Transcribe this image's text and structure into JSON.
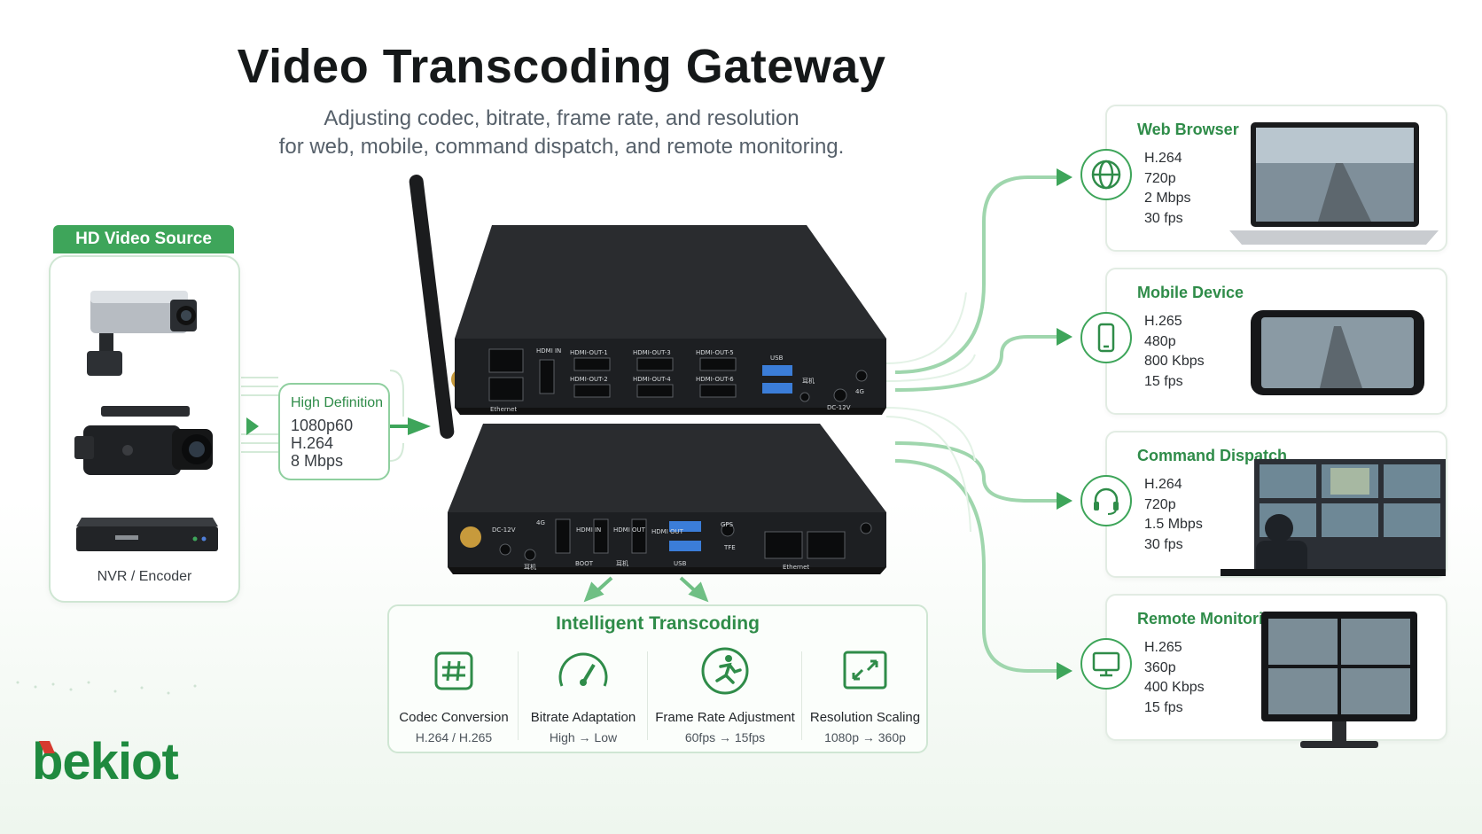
{
  "title": "Video Transcoding Gateway",
  "subtitle_line1": "Adjusting codec, bitrate, frame rate, and resolution",
  "subtitle_line2": "for web, mobile, command dispatch, and remote monitoring.",
  "source": {
    "header": "HD Video Source",
    "nvr_label": "NVR / Encoder"
  },
  "hd": {
    "title": "High Definition",
    "lines": [
      "1080p60",
      "H.264",
      "8 Mbps"
    ]
  },
  "device": {
    "top_ports": [
      "HDMI IN",
      "HDMI-OUT-1",
      "HDMI-OUT-2",
      "HDMI-OUT-3",
      "HDMI-OUT-4",
      "HDMI-OUT-5",
      "HDMI-OUT-6",
      "USB",
      "耳机",
      "4G",
      "DC-12V",
      "Ethernet"
    ],
    "bottom_ports": [
      "DC-12V",
      "4G",
      "耳机",
      "HDMI IN",
      "HDMI OUT",
      "HDMI OUT",
      "BOOT",
      "耳机",
      "USB",
      "GPS",
      "TFE",
      "Ethernet"
    ]
  },
  "transcoding": {
    "title": "Intelligent Transcoding",
    "items": [
      {
        "label": "Codec Conversion",
        "sub": "H.264 / H.265",
        "icon": "chip-icon"
      },
      {
        "label": "Bitrate Adaptation",
        "sub": "High → Low",
        "icon": "gauge-icon"
      },
      {
        "label": "Frame Rate Adjustment",
        "sub": "60fps → 15fps",
        "icon": "runner-icon"
      },
      {
        "label": "Resolution Scaling",
        "sub": "1080p → 360p",
        "icon": "resize-icon"
      }
    ]
  },
  "outputs": [
    {
      "title": "Web Browser",
      "specs": [
        "H.264",
        "720p",
        "2 Mbps",
        "30 fps"
      ],
      "icon": "globe-icon"
    },
    {
      "title": "Mobile Device",
      "specs": [
        "H.265",
        "480p",
        "800 Kbps",
        "15 fps"
      ],
      "icon": "phone-icon"
    },
    {
      "title": "Command Dispatch",
      "specs": [
        "H.264",
        "720p",
        "1.5 Mbps",
        "30 fps"
      ],
      "icon": "headset-icon"
    },
    {
      "title": "Remote Monitoring",
      "specs": [
        "H.265",
        "360p",
        "400 Kbps",
        "15 fps"
      ],
      "icon": "monitor-icon"
    }
  ],
  "logo": "bekiot",
  "colors": {
    "accent": "#3ea55a",
    "accent_dark": "#2f8c49",
    "device": "#1d1f22"
  }
}
